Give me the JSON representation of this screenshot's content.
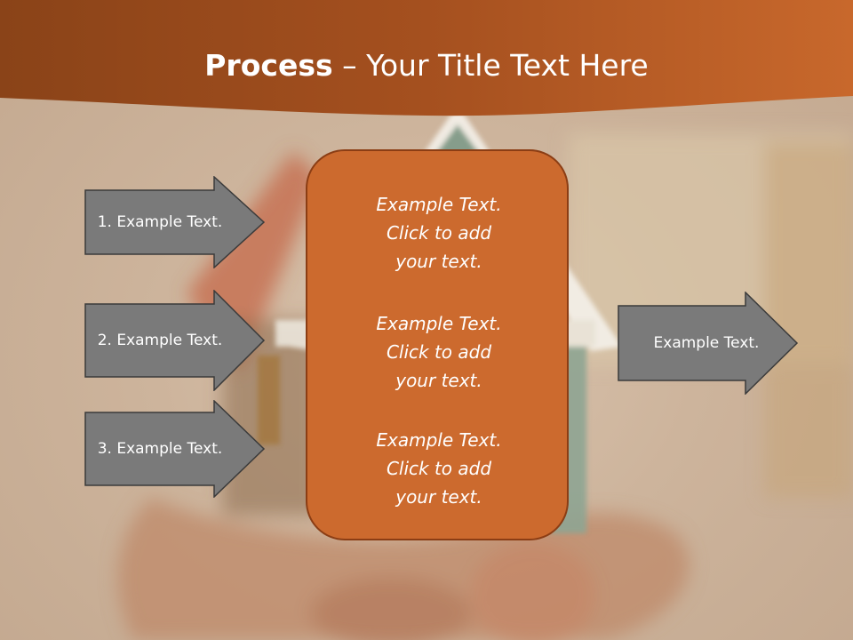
{
  "slide": {
    "title_bold": "Process",
    "title_rest": " – Your Title Text Here"
  },
  "left_arrows": [
    {
      "label": "1. Example Text."
    },
    {
      "label": "2. Example Text."
    },
    {
      "label": "3. Example Text."
    }
  ],
  "center_box": {
    "blocks": [
      {
        "line1": "Example Text.",
        "line2": "Click  to add",
        "line3": "your text."
      },
      {
        "line1": "Example Text.",
        "line2": "Click  to add",
        "line3": "your text."
      },
      {
        "line1": "Example Text.",
        "line2": "Click  to add",
        "line3": "your text."
      }
    ]
  },
  "right_arrow": {
    "label": "Example Text."
  },
  "colors": {
    "header_orange": "#c0622a",
    "box_orange": "#cc6a2e",
    "arrow_gray": "#7a7a7a"
  }
}
